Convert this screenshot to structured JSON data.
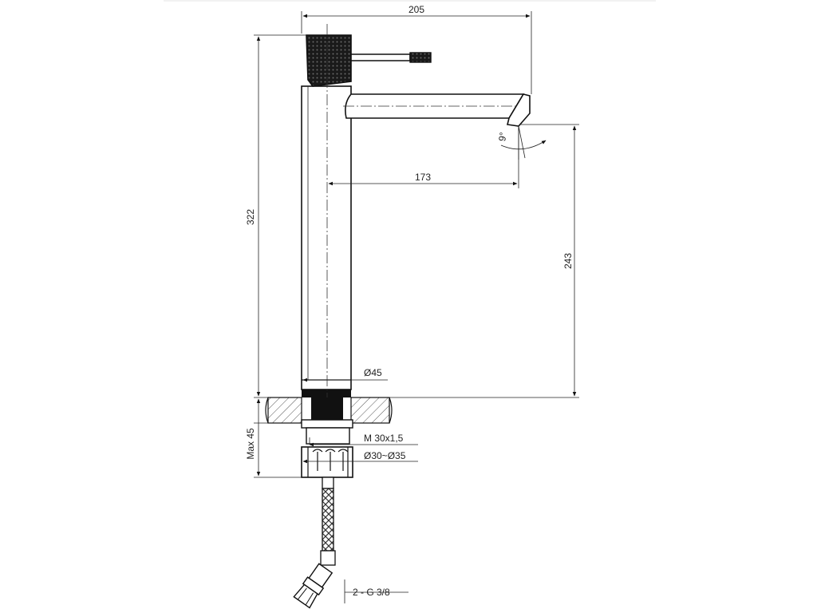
{
  "dimensions": {
    "overall_width": "205",
    "overall_height": "322",
    "spout_reach": "173",
    "spout_height": "243",
    "body_diameter": "Ø45",
    "thread": "M 30x1,5",
    "hole_diameter": "Ø30~Ø35",
    "max_thickness": "Max 45",
    "connection": "2 - G 3/8",
    "angle": "9°"
  }
}
